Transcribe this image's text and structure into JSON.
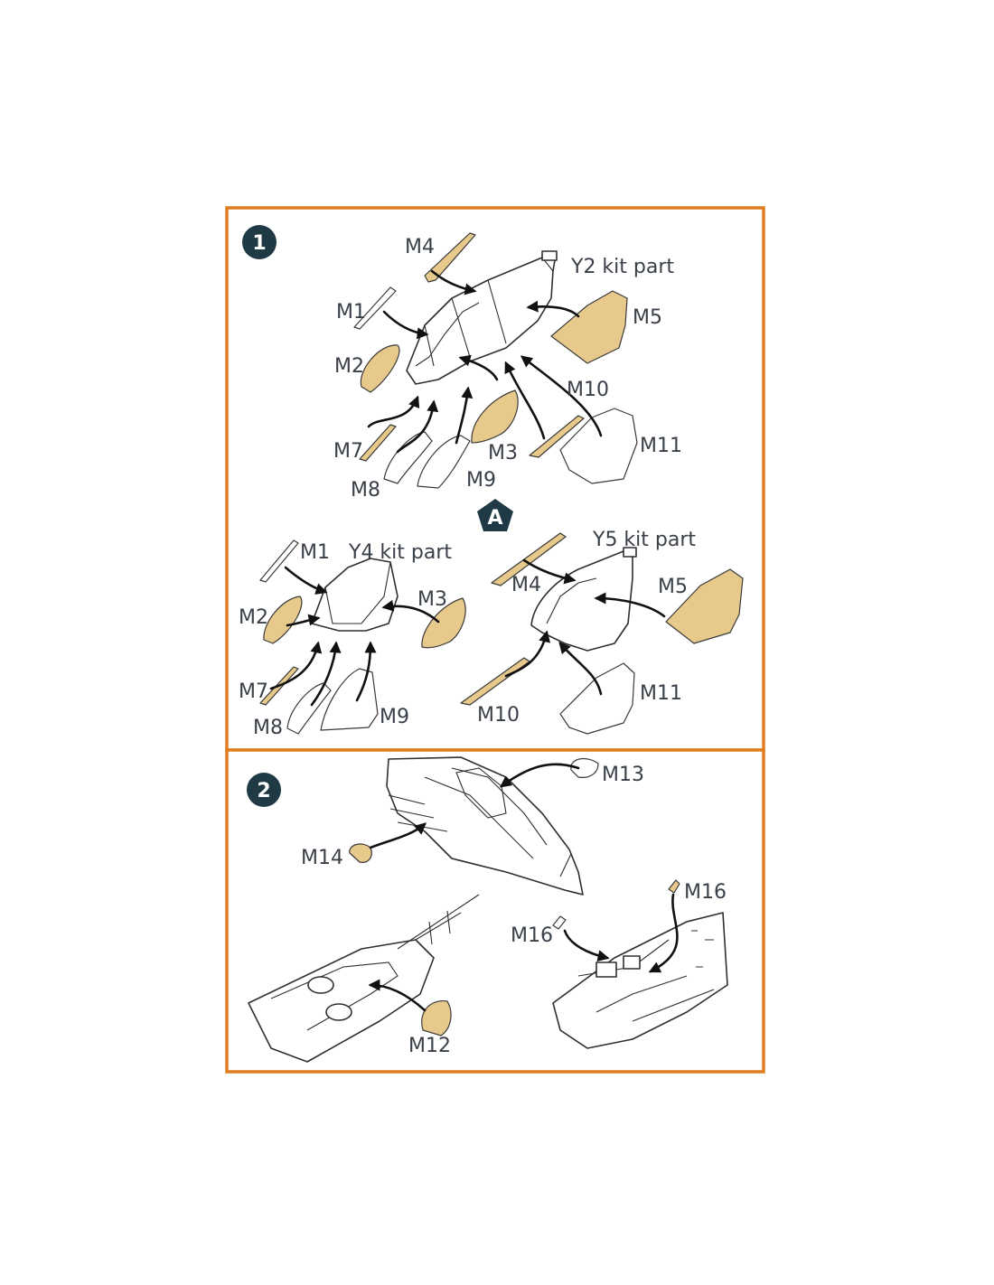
{
  "colors": {
    "panel_border": "#e07d1e",
    "mask_fill": "#e8c98c",
    "step_badge": "#1f3a45",
    "label_text": "#3a4048",
    "arrow": "#111111"
  },
  "step1": {
    "number": "1",
    "top": {
      "part_label": "Y2 kit part",
      "masks": {
        "m1": "M1",
        "m2": "M2",
        "m3": "M3",
        "m4": "M4",
        "m5": "M5",
        "m7": "M7",
        "m8": "M8",
        "m9": "M9",
        "m10": "M10",
        "m11": "M11"
      }
    },
    "option_badge": "A",
    "left": {
      "part_label": "Y4 kit part",
      "masks": {
        "m1": "M1",
        "m2": "M2",
        "m3": "M3",
        "m7": "M7",
        "m8": "M8",
        "m9": "M9"
      }
    },
    "right": {
      "part_label": "Y5 kit part",
      "masks": {
        "m4": "M4",
        "m5": "M5",
        "m10": "M10",
        "m11": "M11"
      }
    }
  },
  "step2": {
    "number": "2",
    "masks": {
      "m12": "M12",
      "m13": "M13",
      "m14": "M14",
      "m16a": "M16",
      "m16b": "M16"
    }
  }
}
